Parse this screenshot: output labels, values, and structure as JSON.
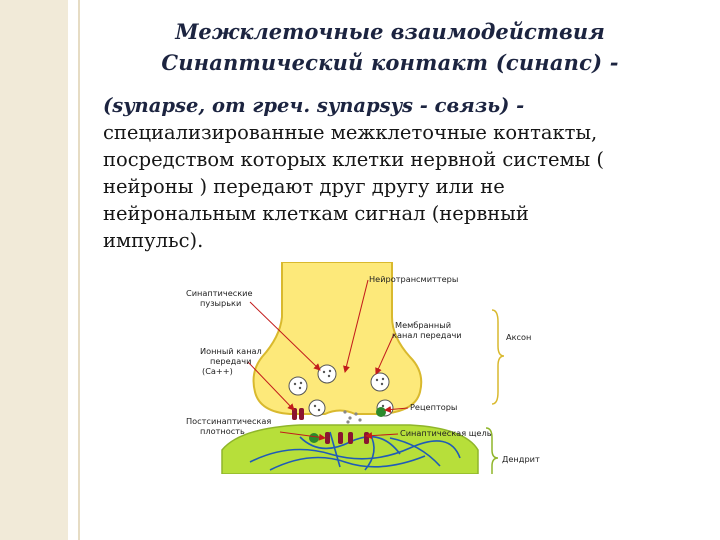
{
  "header": {
    "line1": "Межклеточные взаимодействия",
    "line2": "Синаптический контакт (синапс) -"
  },
  "body": {
    "etymology": "(synapse, от греч. synapsys - связь) -",
    "lines": [
      "специализированные межклеточные  контакты,",
      "посредством которых клетки нервной системы (",
      "нейроны ) передают друг другу или не",
      "нейрональным клеткам сигнал (нервный",
      "импульс)."
    ]
  },
  "diagram": {
    "labels": {
      "neurotransmitters": "Нейротрансмиттеры",
      "vesicles_1": "Синаптические",
      "vesicles_2": "пузырьки",
      "membrane_channel_1": "Мембранный",
      "membrane_channel_2": "канал передачи",
      "axon": "Аксон",
      "ion_channel_1": "Ионный канал",
      "ion_channel_2": "передачи",
      "ion_channel_3": "(Ca++)",
      "receptors": "Рецепторы",
      "postsynaptic_1": "Постсинаптическая",
      "postsynaptic_2": "плотность",
      "cleft": "Синаптическая щель",
      "dendrite": "Дендрит"
    },
    "colors": {
      "axon_fill": "#fde97a",
      "axon_stroke": "#d9b92e",
      "dendrite_fill": "#b7df3a",
      "receptor": "#8a1530",
      "channel": "#2c8a2c",
      "arrow": "#c21b1b",
      "filament": "#1f5bb8"
    }
  }
}
